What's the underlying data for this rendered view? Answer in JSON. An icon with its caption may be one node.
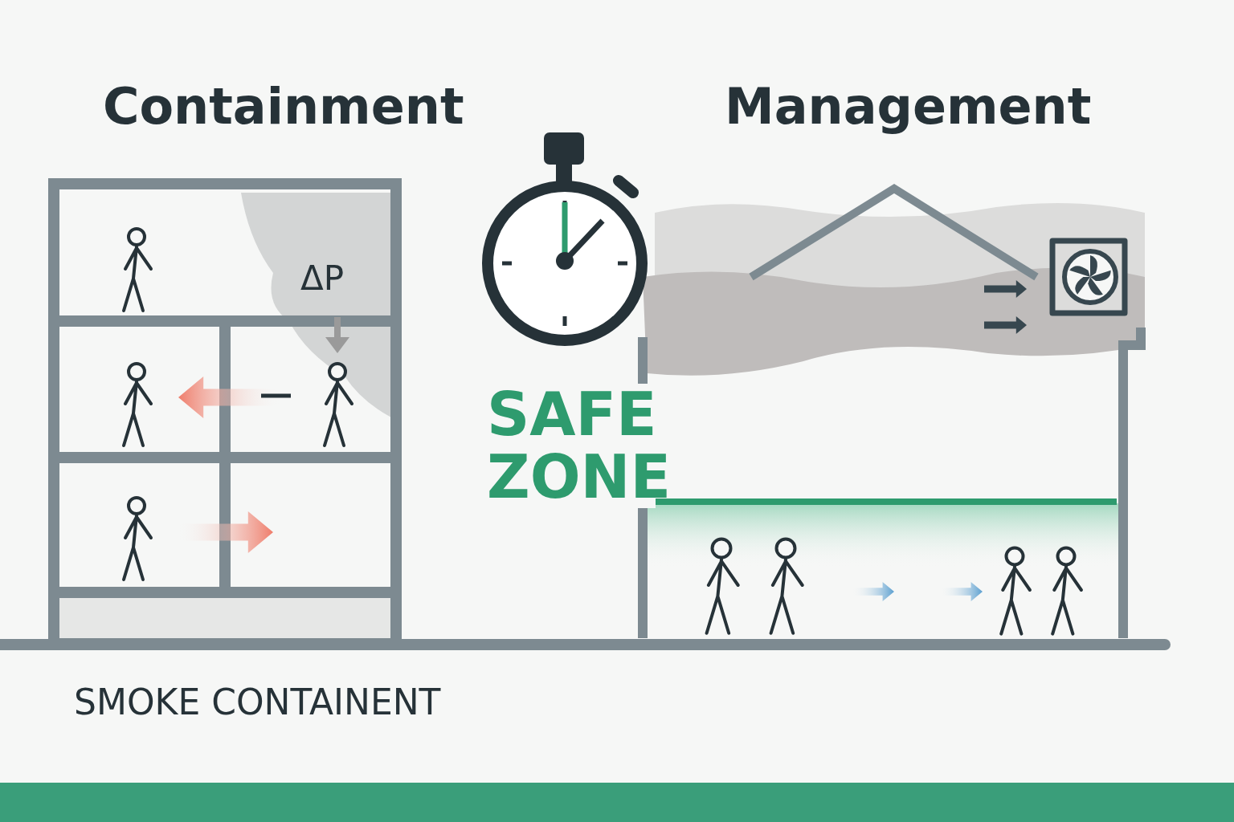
{
  "diagram": {
    "labels": [
      "Containment",
      "Management",
      "ΔP",
      "SAFE ZONE",
      "SMOKE CONTAINENT"
    ]
  }
}
